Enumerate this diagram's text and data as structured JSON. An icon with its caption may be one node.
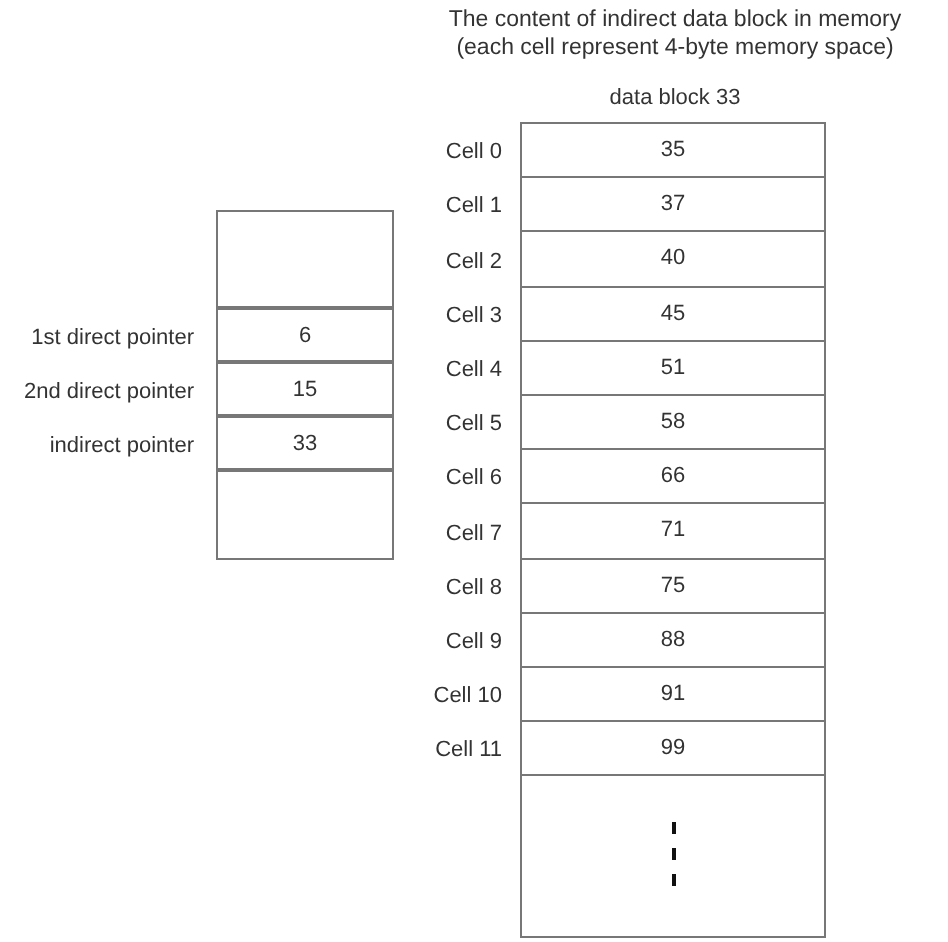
{
  "diagram": {
    "title": "The content of indirect data block in memory (each cell represent 4-byte memory space)",
    "nodes": [
      {
        "text": [],
        "shape": "box"
      },
      {
        "text": [],
        "shape": "box",
        "in": 0
      },
      {
        "text": [
          "6"
        ],
        "in": 0,
        "beside": [
          "1st direct pointer"
        ]
      },
      {
        "text": [
          "15"
        ],
        "in": 0,
        "beside": [
          "2nd direct pointer"
        ]
      },
      {
        "text": [
          "33"
        ],
        "in": 0,
        "beside": [
          "indirect pointer"
        ]
      },
      {
        "text": [],
        "shape": "box",
        "in": 0
      },
      {
        "text": [
          "data block 33"
        ]
      },
      {
        "text": [
          "35"
        ],
        "in": 6,
        "beside": [
          "Cell 0"
        ]
      },
      {
        "text": [
          "37"
        ],
        "in": 6,
        "beside": [
          "Cell 1"
        ]
      },
      {
        "text": [
          "40"
        ],
        "in": 6,
        "beside": [
          "Cell 2"
        ]
      },
      {
        "text": [
          "45"
        ],
        "in": 6,
        "beside": [
          "Cell 3"
        ]
      },
      {
        "text": [
          "51"
        ],
        "in": 6,
        "beside": [
          "Cell 4"
        ]
      },
      {
        "text": [
          "58"
        ],
        "in": 6,
        "beside": [
          "Cell 5"
        ]
      },
      {
        "text": [
          "66"
        ],
        "in": 6,
        "beside": [
          "Cell 6"
        ]
      },
      {
        "text": [
          "71"
        ],
        "in": 6,
        "beside": [
          "Cell 7"
        ]
      },
      {
        "text": [
          "75"
        ],
        "in": 6,
        "beside": [
          "Cell 8"
        ]
      },
      {
        "text": [
          "88"
        ],
        "in": 6,
        "beside": [
          "Cell 9"
        ]
      },
      {
        "text": [
          "91"
        ],
        "in": 6,
        "beside": [
          "Cell 10"
        ]
      },
      {
        "text": [
          "99"
        ],
        "in": 6,
        "beside": [
          "Cell 11"
        ]
      },
      {
        "text": [],
        "shape": "box",
        "in": 6
      }
    ],
    "edges": []
  }
}
